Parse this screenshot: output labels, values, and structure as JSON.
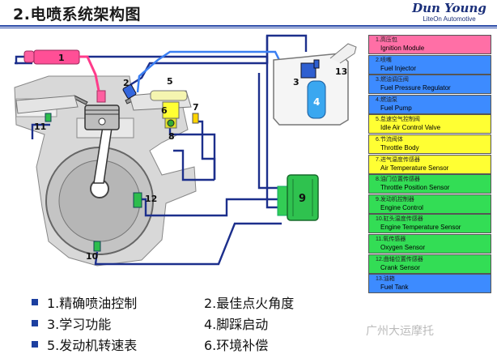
{
  "title": "2.电喷系统架构图",
  "logo": {
    "main": "Dun Young",
    "sub": "LiteOn Automotive"
  },
  "diagram": {
    "labels": [
      "1",
      "2",
      "3",
      "4",
      "5",
      "6",
      "7",
      "8",
      "9",
      "10",
      "11",
      "12",
      "13"
    ]
  },
  "legend": [
    {
      "cn": "1.高压包",
      "en": "Ignition Module",
      "color": "#ff6fa6"
    },
    {
      "cn": "2.喷嘴",
      "en": "Fuel Injector",
      "color": "#3d8bff"
    },
    {
      "cn": "3.燃油调压阀",
      "en": "Fuel Pressure Regulator",
      "color": "#3d8bff"
    },
    {
      "cn": "4.燃油泵",
      "en": "Fuel Pump",
      "color": "#3d8bff"
    },
    {
      "cn": "5.怠速空气控制阀",
      "en": "Idle Air Control Valve",
      "color": "#ffff33"
    },
    {
      "cn": "6.节流阀体",
      "en": "Throttle Body",
      "color": "#ffff33"
    },
    {
      "cn": "7.进气温度传感器",
      "en": "Air Temperature Sensor",
      "color": "#ffff33"
    },
    {
      "cn": "8.油门位置传感器",
      "en": "Throttle Position Sensor",
      "color": "#33dd55"
    },
    {
      "cn": "9.发动机控制器",
      "en": "Engine Control",
      "color": "#33dd55"
    },
    {
      "cn": "10.缸头温度传感器",
      "en": "Engine Temperature Sensor",
      "color": "#33dd55"
    },
    {
      "cn": "11.氧传感器",
      "en": "Oxygen Sensor",
      "color": "#33dd55"
    },
    {
      "cn": "12.曲轴位置传感器",
      "en": "Crank Sensor",
      "color": "#33dd55"
    },
    {
      "cn": "13.油箱",
      "en": "Fuel Tank",
      "color": "#3d8bff"
    }
  ],
  "features": [
    "1.精确喷油控制",
    "2.最佳点火角度",
    "3.学习功能",
    "4.脚踩启动",
    "5.发动机转速表",
    "6.环境补偿"
  ],
  "watermark": "广州大运摩托"
}
